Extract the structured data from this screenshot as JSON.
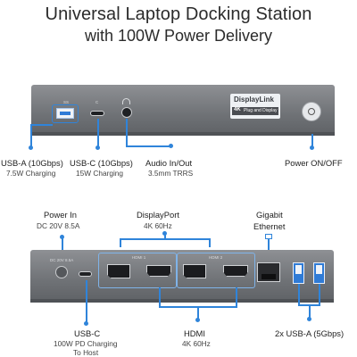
{
  "title": {
    "line1": "Universal Laptop Docking Station",
    "line2": "with 100W Power Delivery"
  },
  "front": {
    "badge_brand": "DisplayLink",
    "badge_4k": "4K",
    "badge_sub": "Plug and Display",
    "port_marks": {
      "usba": "SS",
      "usbc": "C"
    },
    "labels": {
      "usba_main": "USB-A (10Gbps)",
      "usba_sub": "7.5W Charging",
      "usbc_main": "USB-C (10Gbps)",
      "usbc_sub": "15W Charging",
      "audio_main": "Audio In/Out",
      "audio_sub": "3.5mm TRRS",
      "power_main": "Power ON/OFF"
    }
  },
  "rear": {
    "port_marks": {
      "dc": "DC 20V 8.5A",
      "hdmi1": "HDMI 1",
      "hdmi2": "HDMI 2"
    },
    "labels": {
      "powerin_main": "Power In",
      "powerin_sub": "DC 20V 8.5A",
      "dp_main": "DisplayPort",
      "dp_sub": "4K 60Hz",
      "eth_main": "Gigabit",
      "eth_main2": "Ethernet",
      "usbc_main": "USB-C",
      "usbc_sub": "100W PD Charging",
      "usbc_sub2": "To Host",
      "hdmi_main": "HDMI",
      "hdmi_sub": "4K 60Hz",
      "usba_main": "2x USB-A (5Gbps)"
    }
  },
  "colors": {
    "accent": "#2f84da",
    "dock": "#75787c"
  }
}
